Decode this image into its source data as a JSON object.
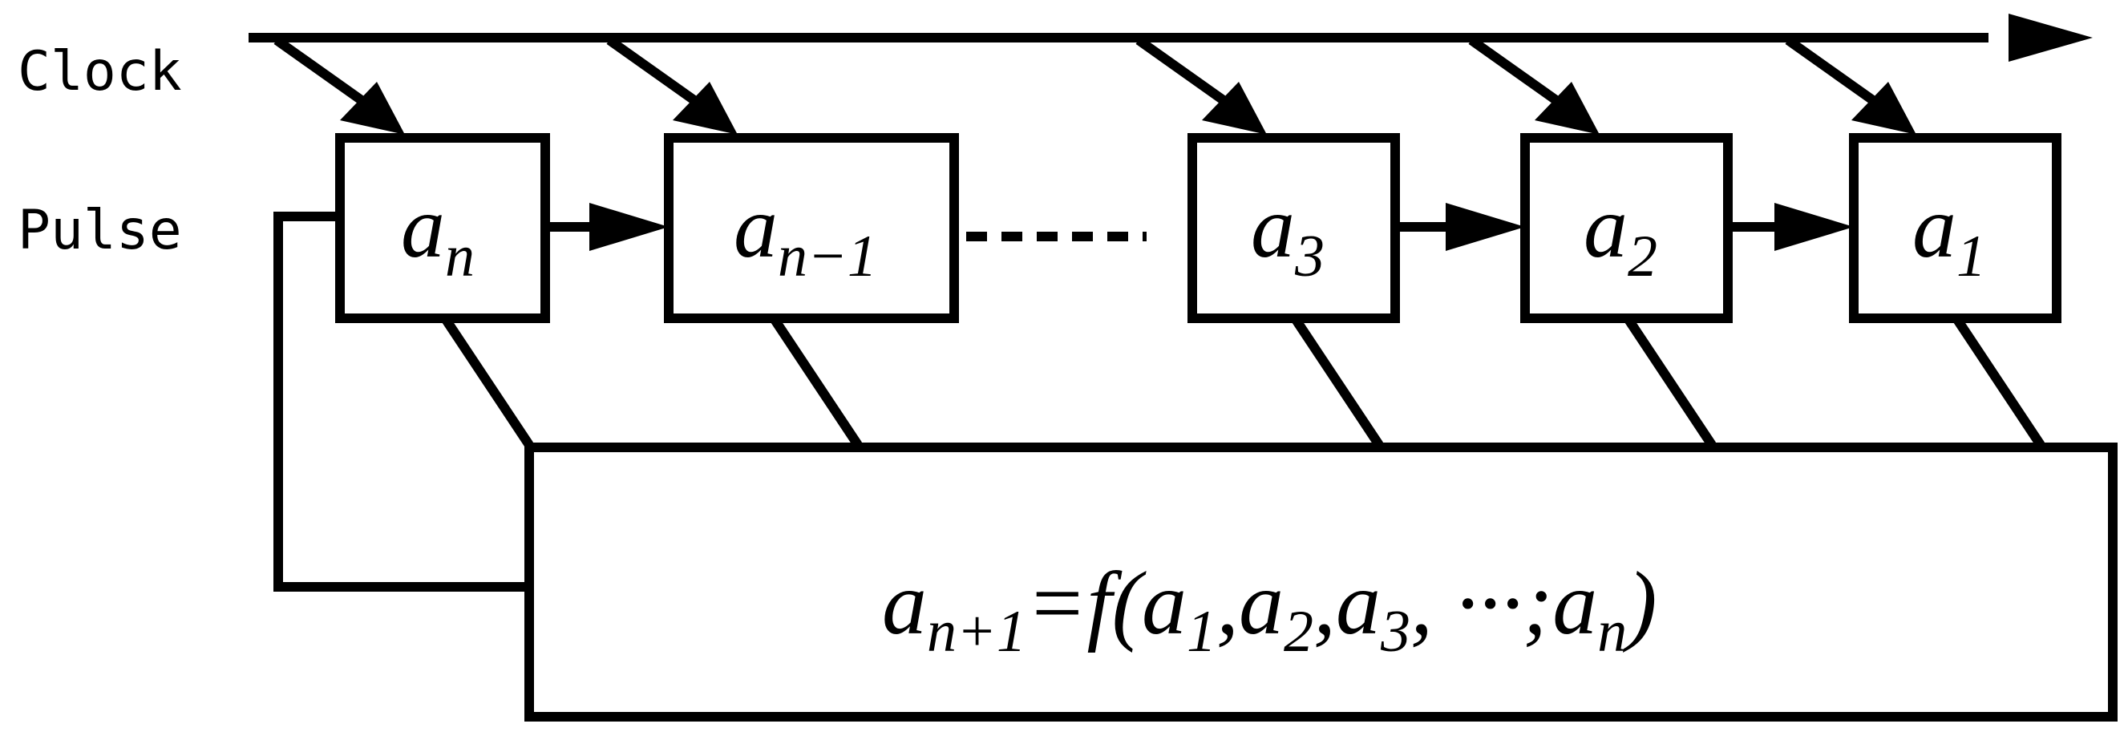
{
  "labels": {
    "clock": "Clock",
    "pulse": "Pulse"
  },
  "registers": [
    {
      "base": "a",
      "sub": "n"
    },
    {
      "base": "a",
      "sub": "n−1"
    },
    {
      "base": "a",
      "sub": "3"
    },
    {
      "base": "a",
      "sub": "2"
    },
    {
      "base": "a",
      "sub": "1"
    }
  ],
  "ellipsis": "-----",
  "feedback": {
    "lhs_base": "a",
    "lhs_sub": "n+1",
    "eq_func": "=f(",
    "arg1_base": "a",
    "arg1_sub": "1",
    "sep1": ",",
    "arg2_base": "a",
    "arg2_sub": "2",
    "sep2": ",",
    "arg3_base": "a",
    "arg3_sub": "3",
    "sep3": ",",
    "dots": " ···;",
    "argn_base": "a",
    "argn_sub": "n",
    "close": ")"
  },
  "colors": {
    "stroke": "#000000",
    "background": "#ffffff"
  }
}
